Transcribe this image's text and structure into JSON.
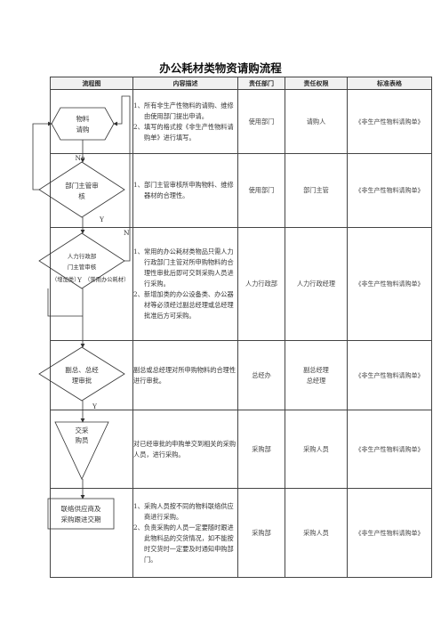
{
  "title": "办公耗材类物资请购流程",
  "headers": [
    "流程图",
    "内容描述",
    "责任部门",
    "责任权限",
    "标准表格"
  ],
  "rows": [
    {
      "node": [
        "物料",
        "请购"
      ],
      "desc": [
        {
          "n": "1、",
          "t": "所有非生产性物料的请购、维修由使用部门提出申请。"
        },
        {
          "n": "2、",
          "t": "填写的格式按《非生产性物料请购单》进行填写。"
        }
      ],
      "dept": "使用部门",
      "role": "请购人",
      "form": "《非生产性物料请购单》"
    },
    {
      "node": [
        "部门主管审",
        "核"
      ],
      "desc": [
        {
          "n": "1、",
          "t": "部门主管审核所申购物料、维修器材的合理性。"
        }
      ],
      "dept": "使用部门",
      "role": "部门主管",
      "form": "《非生产性物料请购单》"
    },
    {
      "node": [
        "人力行政部",
        "门主管审核"
      ],
      "desc": [
        {
          "n": "1、",
          "t": "常用的办公耗材类物品只需人力行政部门主管对所申购物料的合理性审批后即可交到采购人员进行采购。"
        },
        {
          "n": "2、",
          "t": "新增加类的办公设备类、办公器材等必须经过副总经理或总经理批准后方可采购。"
        }
      ],
      "dept": "人力行政部",
      "role": "人力行政经理",
      "form": "《非生产性物料请购单》"
    },
    {
      "node": [
        "副总、总经",
        "理审批"
      ],
      "desc": [
        {
          "n": "",
          "t": "副总或总经理对所申购物料的合理性进行审批。"
        }
      ],
      "dept": "总经办",
      "role": [
        "副总经理",
        "总经理"
      ],
      "form": "《非生产性物料请购单》"
    },
    {
      "node": [
        "交采",
        "购员"
      ],
      "desc": [
        {
          "n": "",
          "t": "对已经审批的申购单交到相关的采购人员，进行采购。"
        }
      ],
      "dept": "采购部",
      "role": "采购人员",
      "form": "《非生产性物料请购单》"
    },
    {
      "node": [
        "联络供应商及",
        "采购跟进交期"
      ],
      "desc": [
        {
          "n": "1、",
          "t": "采购人员按不同的物料联络供应商进行采购。"
        },
        {
          "n": "2、",
          "t": "负责采购的人员一定要随时跟进此物料品的交货情况，如不能按时交货时一定要及时通知申购部门。"
        }
      ],
      "dept": "采购部",
      "role": "采购人员",
      "form": "《非生产性物料请购单》"
    }
  ],
  "flow_labels": {
    "no": "No",
    "yes": "Y",
    "n": "N",
    "added": "（增加类）",
    "regular": "（常用办公耗材）"
  }
}
